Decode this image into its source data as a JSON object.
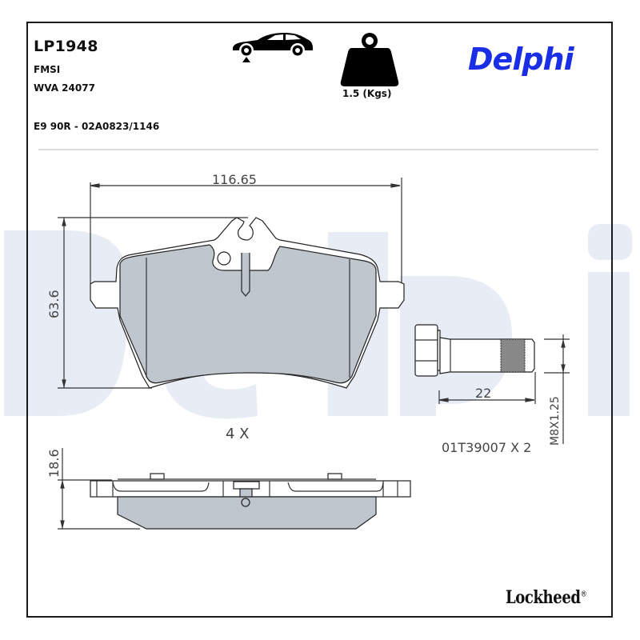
{
  "header": {
    "part_number": "LP1948",
    "fmsi_label": "FMSI",
    "wva": "WVA 24077",
    "ece": "E9 90R - 02A0823/1146",
    "weight": "1.5 (Kgs)",
    "brand": "Delphi",
    "icons": {
      "vehicle": "car-front-axle-icon",
      "weight": "weight-icon"
    }
  },
  "watermark": {
    "text": "Delphi",
    "color": "#e8edf5"
  },
  "drawing": {
    "pad_width": "116.65",
    "pad_height": "63.6",
    "pad_thickness": "18.6",
    "quantity": "4 X",
    "bolt": {
      "length": "22",
      "thread": "M8X1.25",
      "part": "01T39007 X 2"
    },
    "pad_fill": "#c8cbd0"
  },
  "footer": {
    "brand": "Lockheed",
    "registered": "®"
  },
  "colors": {
    "brand_blue": "#1a2ee6",
    "frame": "#1a1a1a"
  }
}
